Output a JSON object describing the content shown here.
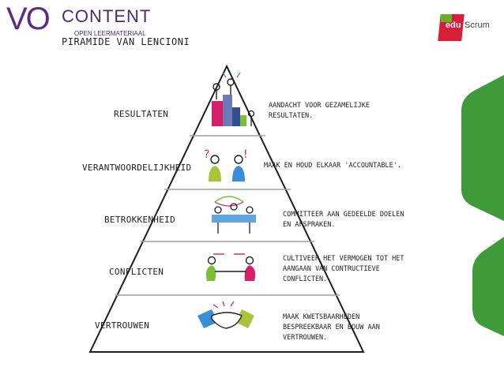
{
  "header": {
    "logo_vo": "VO",
    "logo_content": "CONTENT",
    "logo_sub": "OPEN LEERMATERIAAL",
    "title": "PIRAMIDE VAN LENCIONI",
    "edu_logo_a": "edu",
    "edu_logo_b": "Scrum"
  },
  "colors": {
    "brand_purple": "#5d2a86",
    "edu_red": "#d81f3a",
    "edu_green": "#6ab023",
    "side_green": "#3f9b39",
    "line_dark": "#1f1f1f",
    "grid_line": "#9aa0a6"
  },
  "pyramid": {
    "levels": [
      {
        "label": "RESULTATEN",
        "desc": "AANDACHT VOOR GEZAMELIJKE\nRESULTATEN.",
        "icon": "podium-icon"
      },
      {
        "label": "VERANTWOORDELIJKHEID",
        "desc": "MAAK EN HOUD ELKAAR 'ACCOUNTABLE'.",
        "icon": "two-people-icon"
      },
      {
        "label": "BETROKKENHEID",
        "desc": "COMMITTEER AAN GEDEELDE DOELEN\nEN AFSPRAKEN.",
        "icon": "team-circle-icon"
      },
      {
        "label": "CONFLICTEN",
        "desc": "CULTIVEER HET VERMOGEN TOT HET\nAANGAAN VAN CONTRUCTIEVE\nCONFLICTEN.",
        "icon": "tug-of-war-icon"
      },
      {
        "label": "VERTROUWEN",
        "desc": "MAAK KWETSBAARHEDEN\nBESPREEKBAAR EN BOUW AAN\nVERTROUWEN.",
        "icon": "handshake-icon"
      }
    ]
  }
}
